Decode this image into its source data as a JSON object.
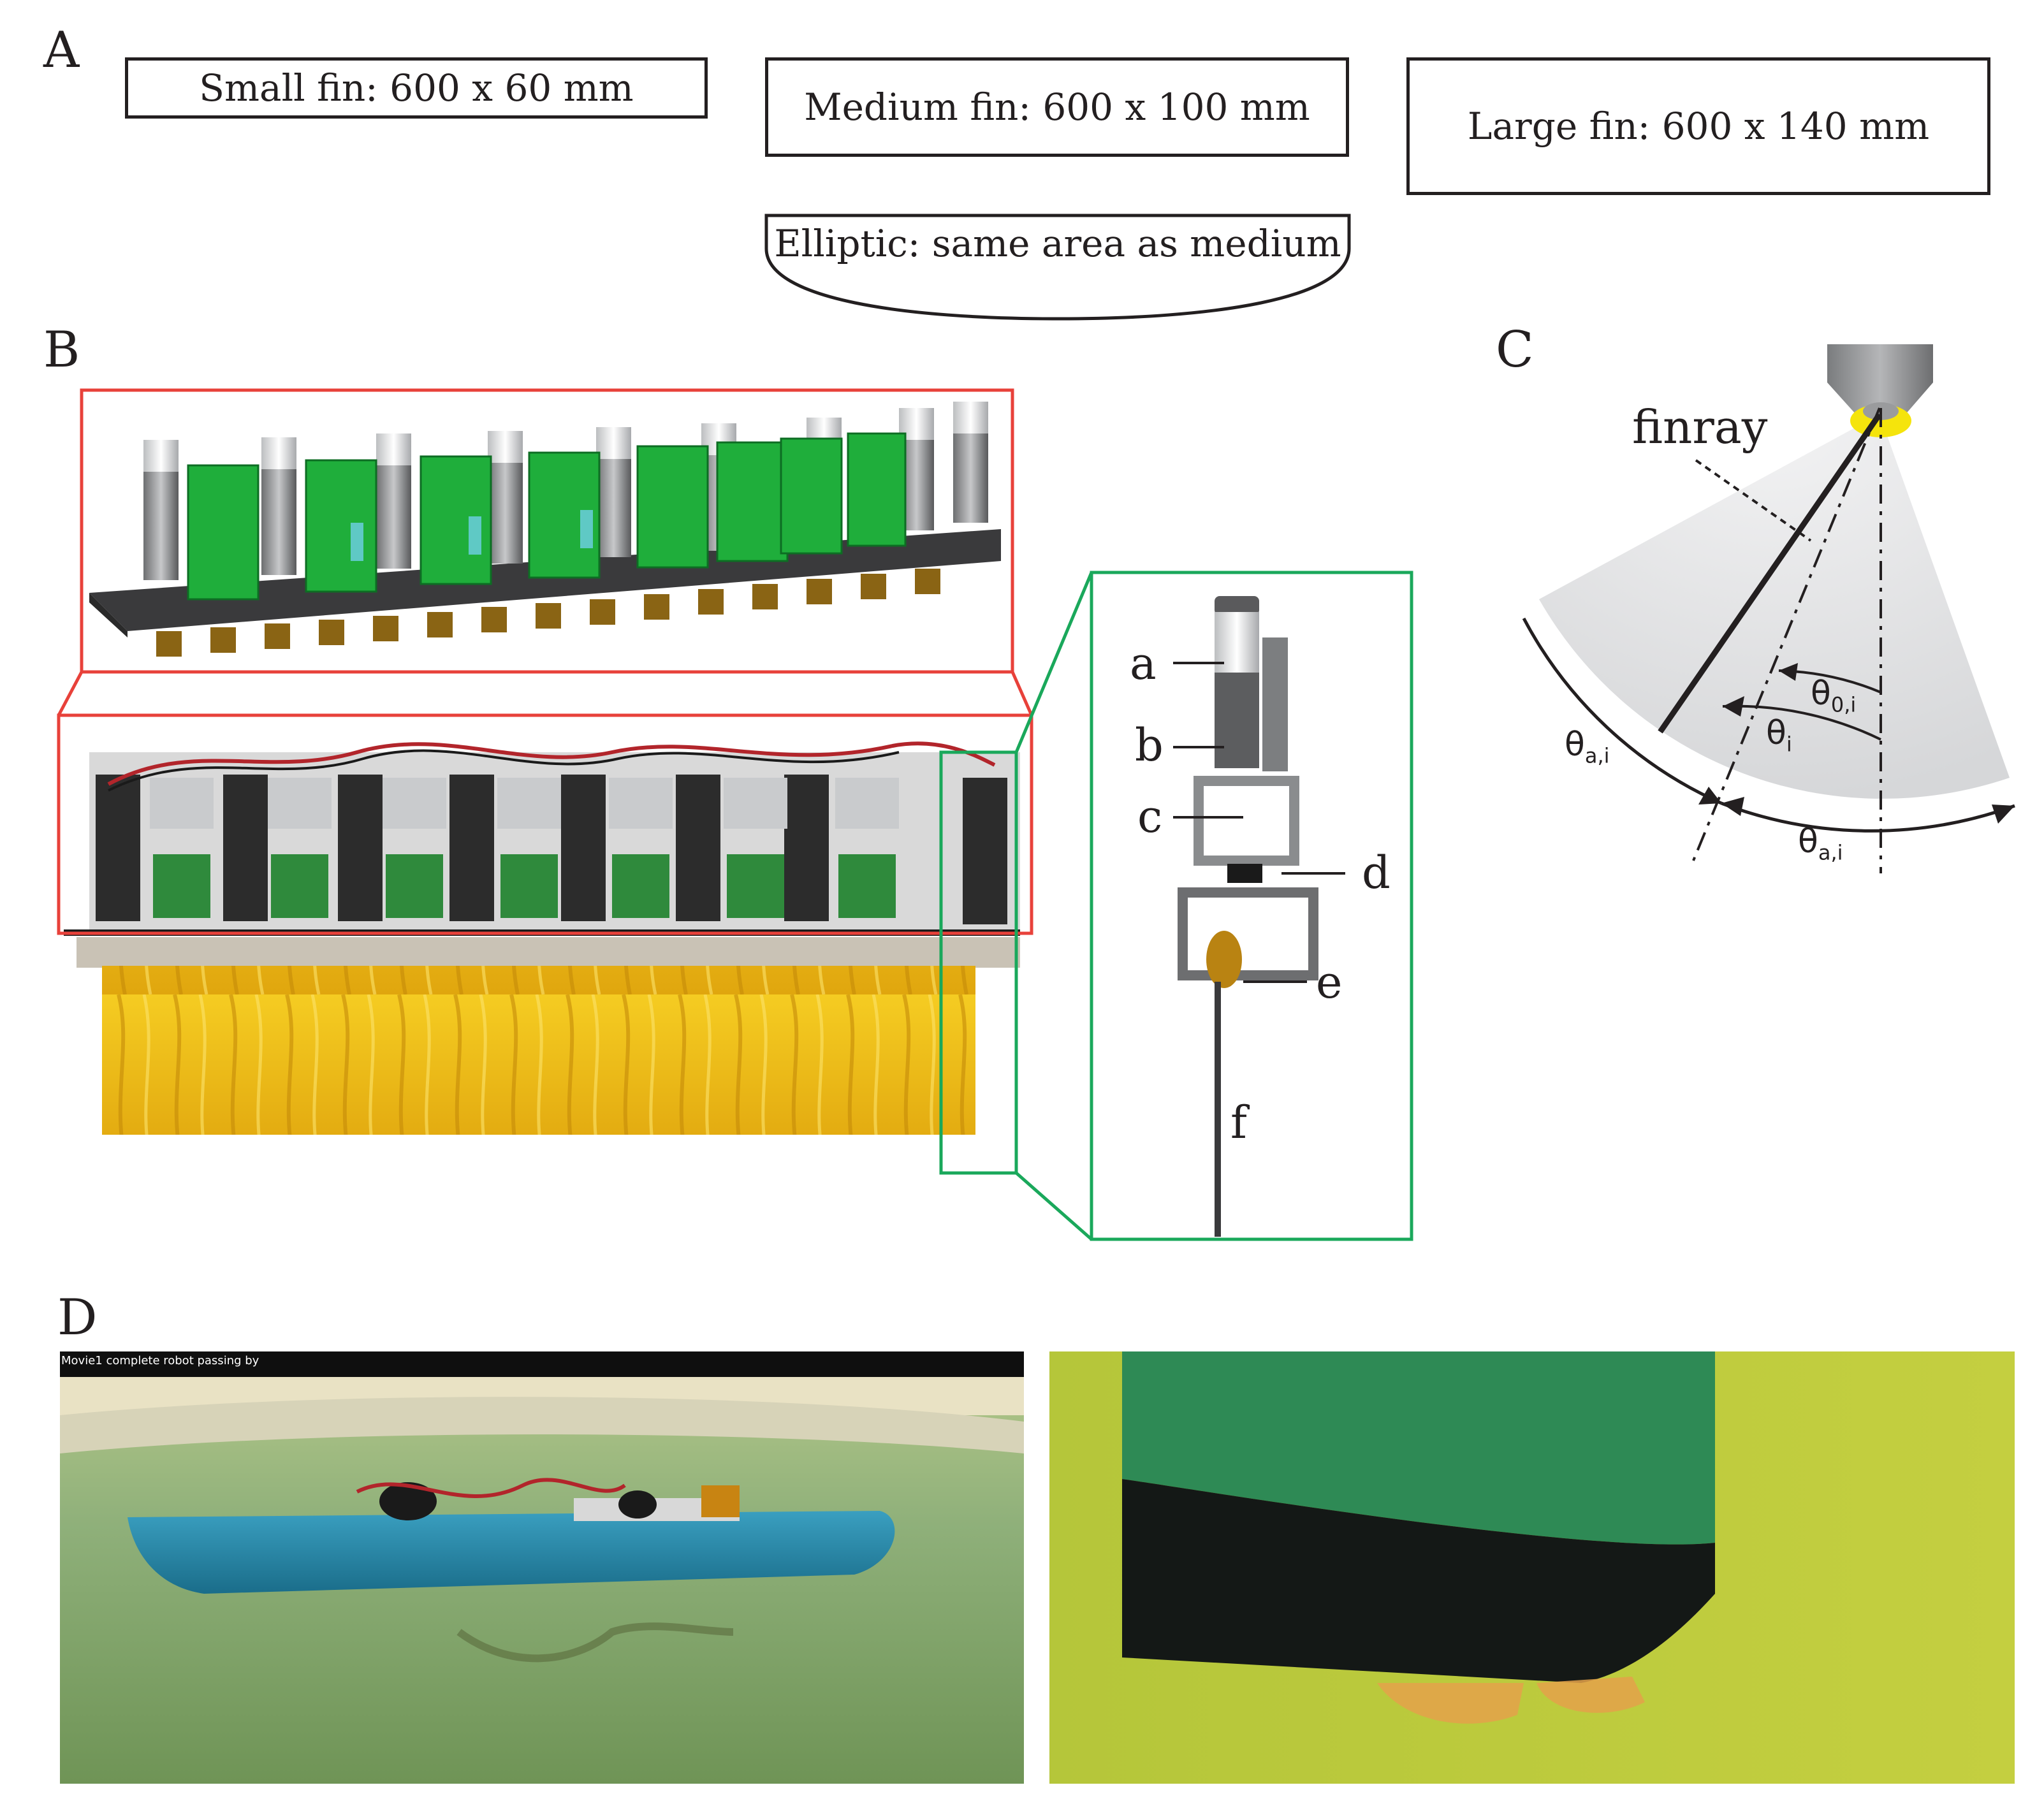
{
  "panel_labels": {
    "a": "A",
    "b": "B",
    "c": "C",
    "d": "D"
  },
  "panel_a": {
    "small_fin": "Small fin: 600 x 60 mm",
    "medium_fin": "Medium fin: 600 x 100 mm",
    "large_fin": "Large fin: 600 x 140 mm",
    "elliptic_fin": "Elliptic: same area as medium"
  },
  "panel_b": {
    "component_labels": [
      "a",
      "b",
      "c",
      "d",
      "e",
      "f"
    ],
    "colors": {
      "render_box": "#e8413a",
      "zoom_box": "#1aa85b",
      "pcb": "#1fae3b",
      "fin": "#f2c418"
    }
  },
  "panel_c": {
    "finray_label": "finray",
    "theta_0_base": "θ",
    "theta_0_sub": "0,i",
    "theta_i_base": "θ",
    "theta_i_sub": "i",
    "theta_a_left_base": "θ",
    "theta_a_left_sub": "a,i",
    "theta_a_bottom_base": "θ",
    "theta_a_bottom_sub": "a,i"
  },
  "panel_d": {
    "video_caption": "Movie1 complete robot passing by"
  }
}
